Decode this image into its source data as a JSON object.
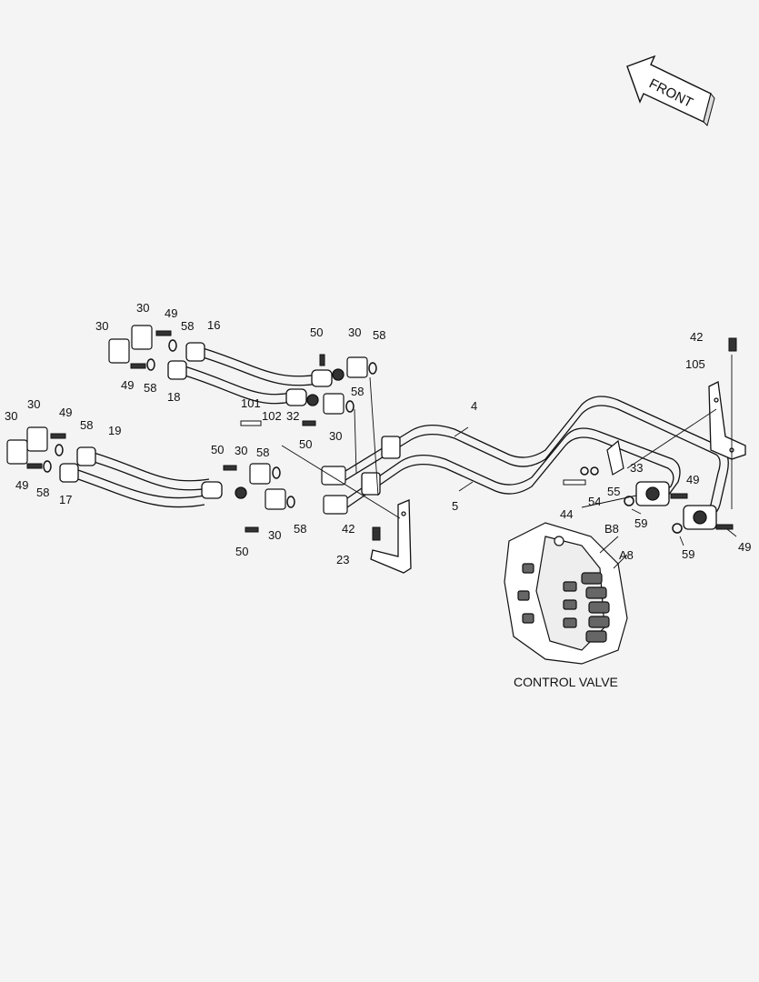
{
  "diagram": {
    "front_label": "FRONT",
    "caption": "CONTROL VALVE",
    "labels": {
      "n30_a": "30",
      "n30_b": "30",
      "n49_a": "49",
      "n58_a": "58",
      "n16": "16",
      "n49_b": "49",
      "n58_b": "58",
      "n18": "18",
      "n50_a": "50",
      "n30_c": "30",
      "n58_c": "58",
      "n58_d": "58",
      "n30_d": "30",
      "n50_b": "50",
      "n101": "101",
      "n102": "102",
      "n32": "32",
      "n30_e": "30",
      "n30_f": "30",
      "n49_c": "49",
      "n58_e": "58",
      "n19": "19",
      "n49_d": "49",
      "n58_f": "58",
      "n17": "17",
      "n50_c": "50",
      "n30_g": "30",
      "n58_g": "58",
      "n30_h": "30",
      "n58_h": "58",
      "n50_d": "50",
      "n42_a": "42",
      "n23": "23",
      "n4": "4",
      "n5": "5",
      "n42_b": "42",
      "n105": "105",
      "n33": "33",
      "n55": "55",
      "n54": "54",
      "n44": "44",
      "n49_e": "49",
      "n59_a": "59",
      "nB8": "B8",
      "nA8": "A8",
      "n59_b": "59",
      "n49_f": "49"
    }
  }
}
